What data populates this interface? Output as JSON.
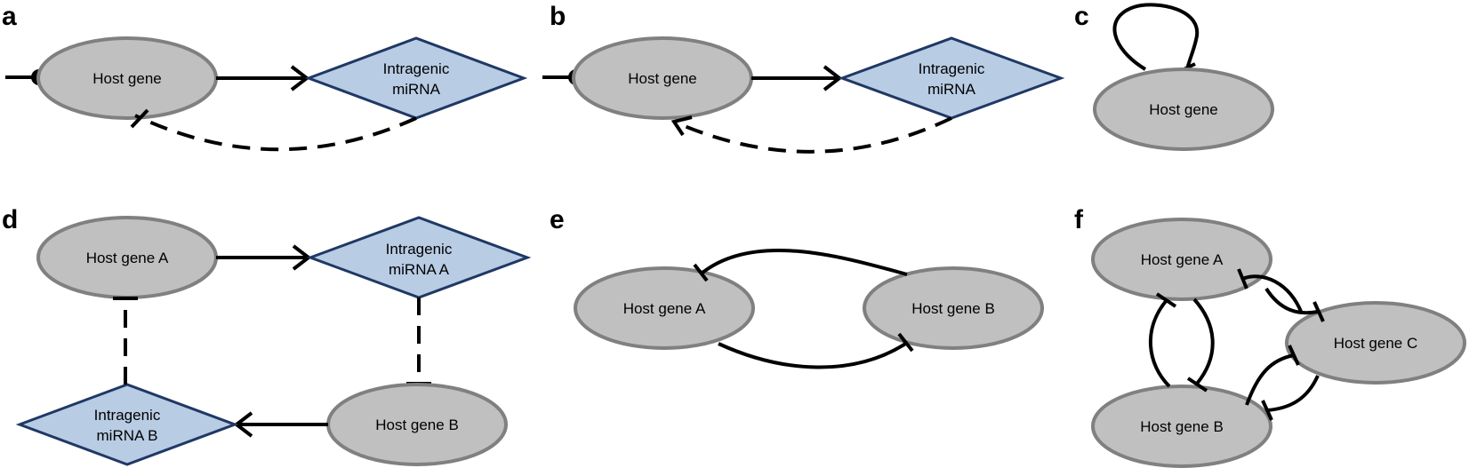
{
  "panels": {
    "a": {
      "label": "a",
      "host_gene": "Host gene",
      "mirna_line1": "Intragenic",
      "mirna_line2": "miRNA"
    },
    "b": {
      "label": "b",
      "host_gene": "Host gene",
      "mirna_line1": "Intragenic",
      "mirna_line2": "miRNA"
    },
    "c": {
      "label": "c",
      "host_gene": "Host gene"
    },
    "d": {
      "label": "d",
      "host_gene_a": "Host gene A",
      "host_gene_b": "Host gene B",
      "mirna_a_line1": "Intragenic",
      "mirna_a_line2": "miRNA A",
      "mirna_b_line1": "Intragenic",
      "mirna_b_line2": "miRNA B"
    },
    "e": {
      "label": "e",
      "host_gene_a": "Host gene A",
      "host_gene_b": "Host gene B"
    },
    "f": {
      "label": "f",
      "host_gene_a": "Host gene A",
      "host_gene_b": "Host gene B",
      "host_gene_c": "Host gene C"
    }
  },
  "colors": {
    "gene_fill": "#c0c0c0",
    "gene_stroke": "#808080",
    "mirna_fill": "#b8cce4",
    "mirna_stroke": "#1f3864"
  }
}
